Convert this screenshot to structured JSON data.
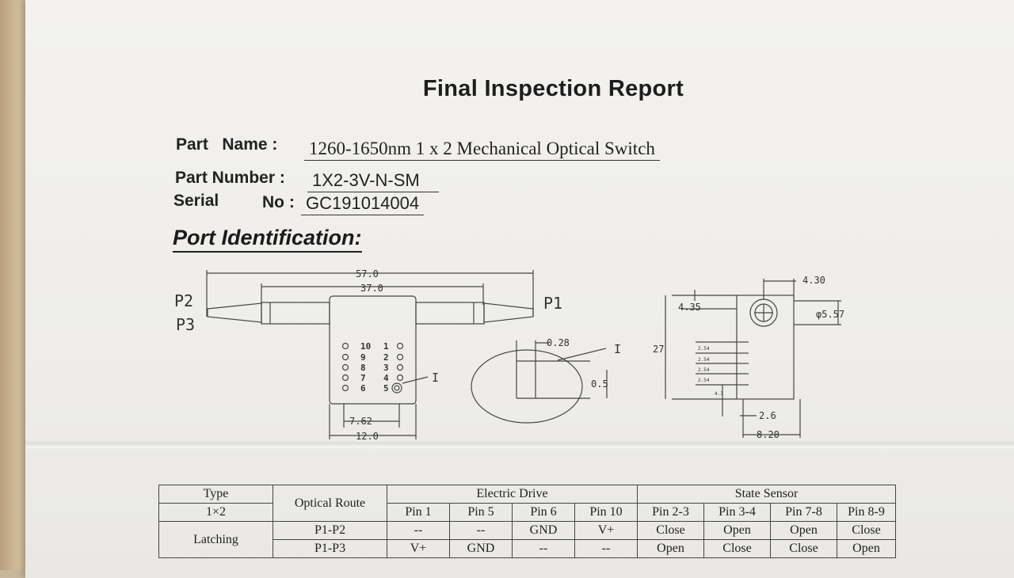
{
  "report": {
    "title": "Final Inspection Report",
    "part_name_label": "Part   Name :",
    "part_name": "1260-1650nm 1 x 2  Mechanical Optical Switch",
    "part_number_label": "Part Number :",
    "part_number": "1X2-3V-N-SM",
    "serial_label": "Serial",
    "serial_no_label": "No :",
    "serial_no": "GC191014004"
  },
  "port_section": {
    "heading": "Port Identification:",
    "ports": [
      "P1",
      "P2",
      "P3"
    ],
    "dims": {
      "overall": "57.0",
      "body": "37.0",
      "pin_pitch": "7.62",
      "body_width": "12.0",
      "d028": "0.28",
      "d05": "0.5",
      "d430": "4.30",
      "d435": "4.35",
      "dia": "φ5.57",
      "height": "27",
      "d234": "2.54",
      "d43": "4.3",
      "d26": "2.6",
      "d820": "8.20"
    },
    "pin_marker": "I",
    "pins_left": [
      "10",
      "9",
      "8",
      "7",
      "6"
    ],
    "pins_right": [
      "1",
      "2",
      "3",
      "4",
      "5"
    ]
  },
  "table": {
    "h_type": "Type",
    "h_route": "Optical Route",
    "h_drive": "Electric Drive",
    "h_sensor": "State Sensor",
    "type_val": "1×2",
    "drive_pins": [
      "Pin 1",
      "Pin 5",
      "Pin 6",
      "Pin 10"
    ],
    "sensor_pins": [
      "Pin 2-3",
      "Pin 3-4",
      "Pin 7-8",
      "Pin 8-9"
    ],
    "latching": "Latching",
    "rows": [
      {
        "route": "P1-P2",
        "cells": [
          "--",
          "--",
          "GND",
          "V+",
          "Close",
          "Open",
          "Open",
          "Close"
        ]
      },
      {
        "route": "P1-P3",
        "cells": [
          "V+",
          "GND",
          "--",
          "--",
          "Open",
          "Close",
          "Close",
          "Open"
        ]
      }
    ]
  }
}
